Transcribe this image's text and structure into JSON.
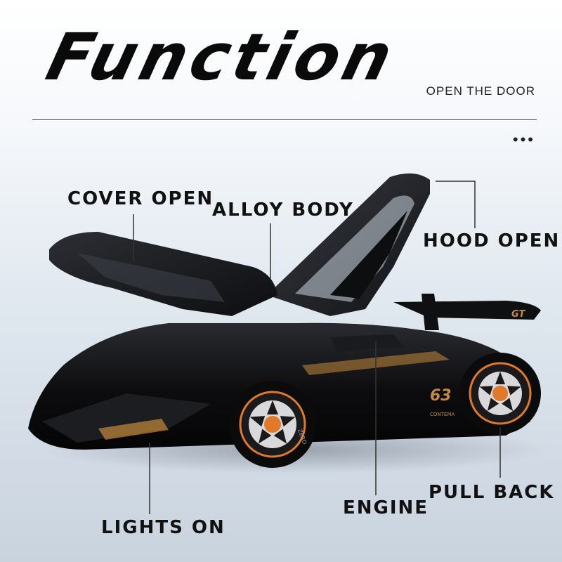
{
  "header": {
    "title": "Function",
    "subtitle": "OPEN THE DOOR",
    "more_indicator": "•••"
  },
  "callouts": {
    "cover_open": "COVER OPEN",
    "alloy_body": "ALLOY BODY",
    "hood_open": "HOOD OPEN",
    "lights_on": "LIGHTS ON",
    "engine": "ENGINE",
    "pull_back": "PULL BACK"
  },
  "car": {
    "badge": "GT",
    "side_number": "63",
    "side_text": "CONTEMA",
    "tire_text": "ZERO",
    "body_color": "#0c0c0e",
    "accent_color": "#c58a3c",
    "rim_color": "#e07a2a"
  },
  "colors": {
    "background_top": "#ffffff",
    "background_bottom": "#c9d3de",
    "text": "#111111"
  }
}
